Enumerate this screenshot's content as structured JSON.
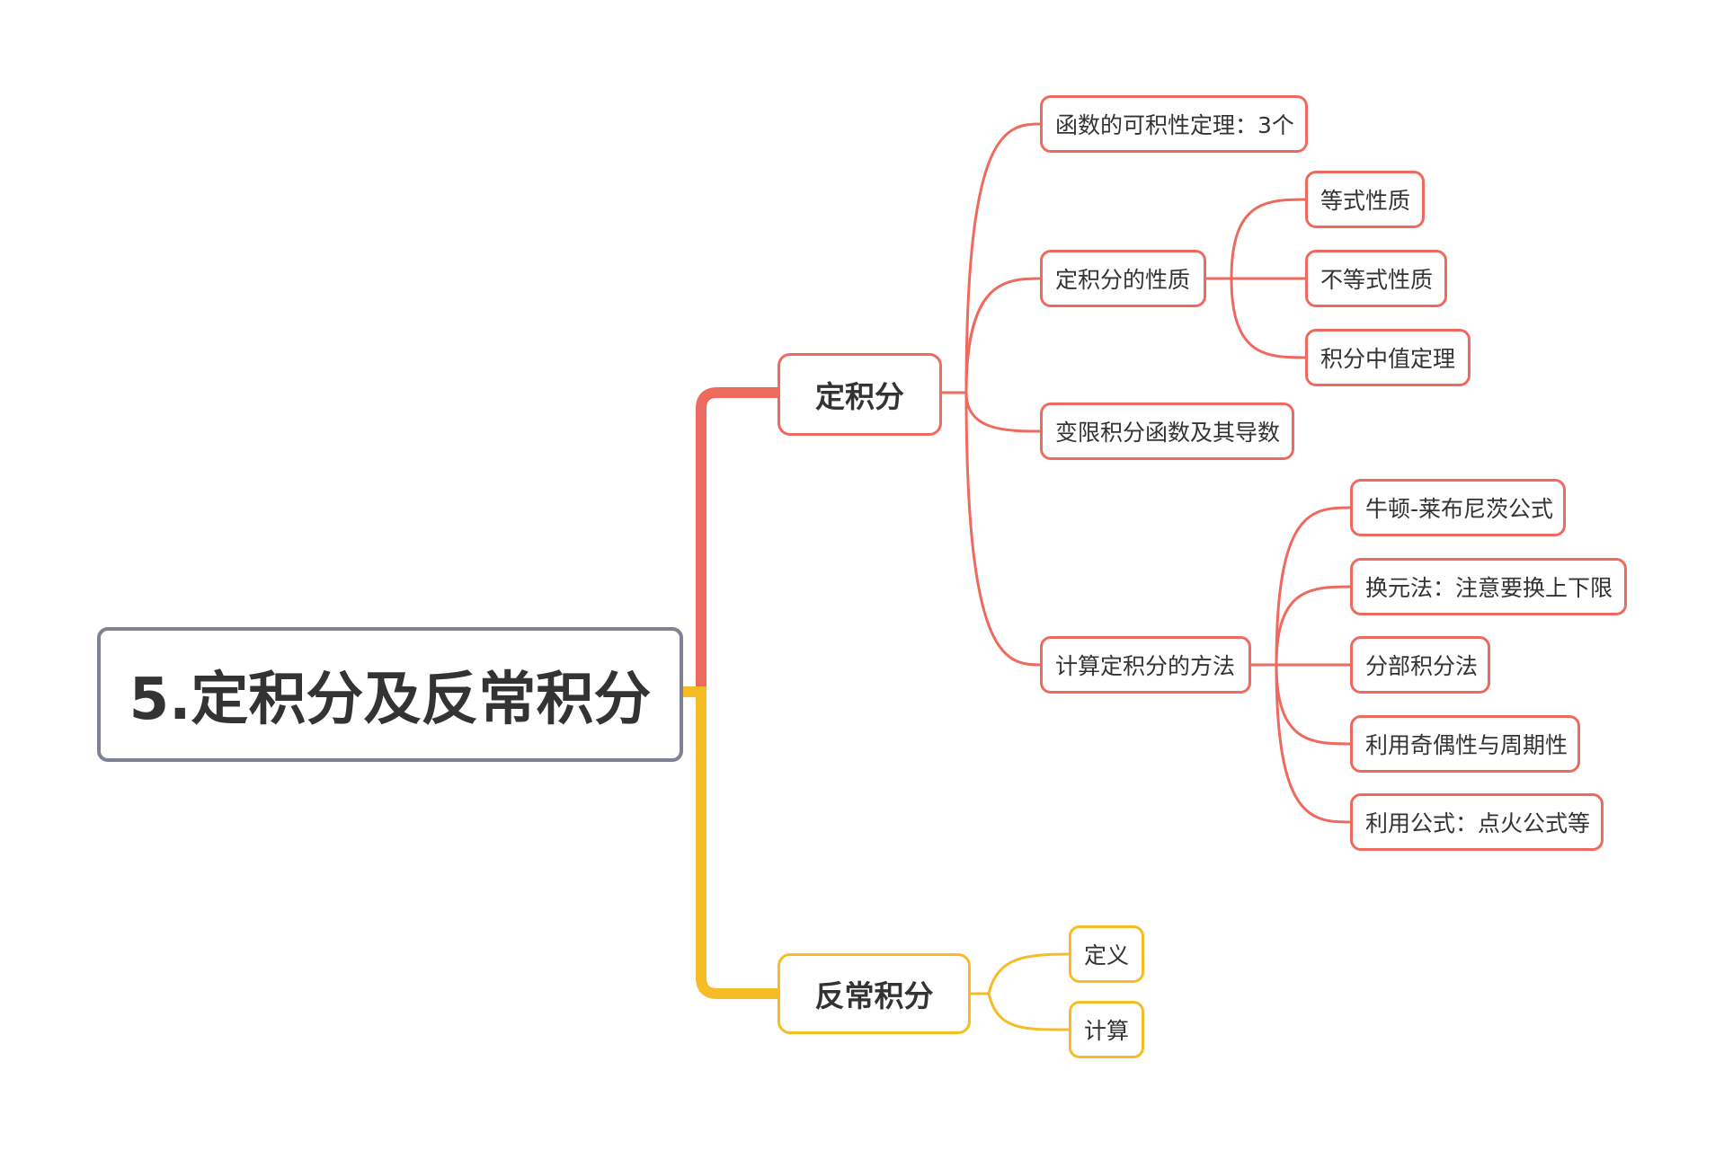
{
  "root": {
    "label": "5.定积分及反常积分"
  },
  "colors": {
    "red_branch": "#ee6a5f",
    "yellow_branch": "#f5bc25",
    "root_border": "#7f8290",
    "text": "#333333"
  },
  "definite": {
    "label": "定积分",
    "integrability": "函数的可积性定理：3个",
    "properties": {
      "label": "定积分的性质",
      "equality": "等式性质",
      "inequality": "不等式性质",
      "mean_value": "积分中值定理"
    },
    "variable_limit": "变限积分函数及其导数",
    "methods": {
      "label": "计算定积分的方法",
      "newton_leibniz": "牛顿-莱布尼茨公式",
      "substitution": "换元法：注意要换上下限",
      "by_parts": "分部积分法",
      "parity": "利用奇偶性与周期性",
      "formula": "利用公式：点火公式等"
    }
  },
  "improper": {
    "label": "反常积分",
    "definition": "定义",
    "calculation": "计算"
  }
}
